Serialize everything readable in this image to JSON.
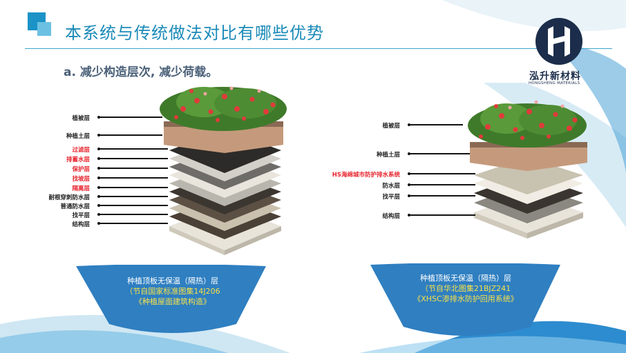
{
  "header": {
    "title": "本系统与传统做法对比有哪些优势",
    "subtitle": "a. 减少构造层次, 减少荷载。"
  },
  "logo": {
    "name": "泓升新材料",
    "name_en": "HONGSHENG MATERIALS",
    "color": "#1b2d4a"
  },
  "left_diagram": {
    "labels": [
      {
        "text": "植被层",
        "red": false
      },
      {
        "text": "种植土层",
        "red": false
      },
      {
        "text": "过滤层",
        "red": true
      },
      {
        "text": "排蓄水层",
        "red": true
      },
      {
        "text": "保护层",
        "red": true
      },
      {
        "text": "找坡层",
        "red": true
      },
      {
        "text": "隔离层",
        "red": true
      },
      {
        "text": "耐根穿刺防水层",
        "red": false
      },
      {
        "text": "普通防水层",
        "red": false
      },
      {
        "text": "找平层",
        "red": false
      },
      {
        "text": "结构层",
        "red": false
      }
    ],
    "caption_line1": "种植顶板无保温（隔热）层",
    "caption_line2": "（节自国家标准图集14J206",
    "caption_line3": "《种植屋面建筑构造》"
  },
  "right_diagram": {
    "labels": [
      {
        "text": "植被层",
        "red": false
      },
      {
        "text": "种植土层",
        "red": false
      },
      {
        "text": "HS海绵城市防护排水系统",
        "red": true
      },
      {
        "text": "防水层",
        "red": false
      },
      {
        "text": "找平层",
        "red": false
      },
      {
        "text": "结构层",
        "red": false
      }
    ],
    "caption_line1": "种植顶板无保温（隔热）层",
    "caption_line2": "（节自华北图集21BJZ241",
    "caption_line3": "《XHSC渗排水防护回用系统》"
  },
  "colors": {
    "accent": "#1a8ab8",
    "bowl": "#2f7fc1",
    "highlight_red": "#e8232d",
    "caption_yellow": "#f7e14a"
  }
}
